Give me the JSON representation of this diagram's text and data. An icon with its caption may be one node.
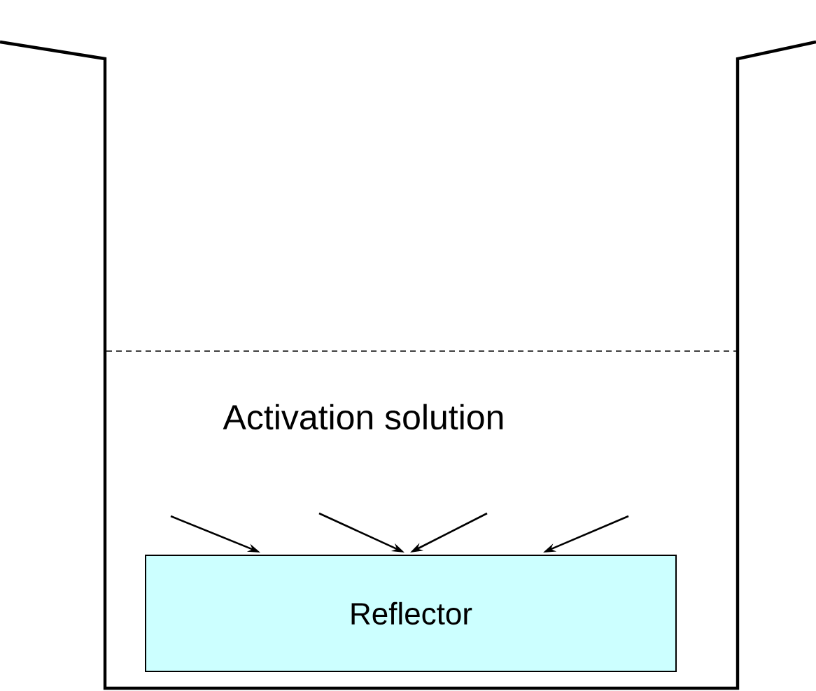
{
  "diagram": {
    "nodes": [
      {
        "text": [
          "Activation solution"
        ]
      },
      {
        "text": [
          "Reflector"
        ]
      }
    ],
    "edges": [
      {
        "from": null,
        "to": 1,
        "arrow": "to"
      },
      {
        "from": null,
        "to": 1,
        "arrow": "to"
      },
      {
        "from": null,
        "to": 1,
        "arrow": "to"
      },
      {
        "from": null,
        "to": 1,
        "arrow": "to"
      }
    ]
  }
}
